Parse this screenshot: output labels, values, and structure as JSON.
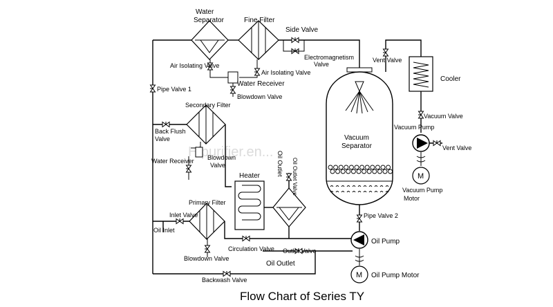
{
  "diagram": {
    "title": "Flow Chart of Series TY",
    "watermark": "Hipurifier.en...",
    "labels": {
      "water_separator": [
        "Water",
        "Separator"
      ],
      "fine_filter": "Fine Filter",
      "side_valve": "Side Valve",
      "electromagnetism_valve": [
        "Electromagnetism",
        "Valve"
      ],
      "air_isolating_valve_left": "Air Isolating Valve",
      "air_isolating_valve_right": "Air Isolating Valve",
      "water_receiver_top": "Water Receiver",
      "blowdown_valve_top": "Blowdown Valve",
      "pipe_valve_1": "Pipe Valve 1",
      "secondary_filter": "Secondary Filter",
      "back_flush_valve": [
        "Back Flush",
        "Valve"
      ],
      "water_receiver_mid": "Water Receiver",
      "blowdown_valve_mid": [
        "Blowdown",
        "Valve"
      ],
      "heater": "Heater",
      "oil_outlet_vertical": "Oil Outlet",
      "oil_outlet_valve_vertical": "Oil Outlet Valve",
      "primary_filter": "Primary Filter",
      "inlet_valve": "Inlet Valve",
      "oil_inlet": "Oil Inlet",
      "blowdown_valve_bottom": "Blowdown Valve",
      "circulation_valve": "Circulation Valve",
      "outlet_valve": "Outlet Valve",
      "oil_outlet": "Oil Outlet",
      "backwash_valve": "Backwash Valve",
      "vacuum_separator": [
        "Vacuum",
        "Separator"
      ],
      "vent_valve_top": "Vent Valve",
      "cooler": "Cooler",
      "vacuum_valve": "Vacuum Valve",
      "vacuum_pump": "Vacuum Pump",
      "vent_valve_right": "Vent Valve",
      "vacuum_pump_motor": [
        "Vacuum Pump",
        "Motor"
      ],
      "pipe_valve_2": "Pipe Valve 2",
      "oil_pump": "Oil Pump",
      "oil_pump_motor": "Oil Pump Motor",
      "motor_symbol": "M"
    }
  }
}
